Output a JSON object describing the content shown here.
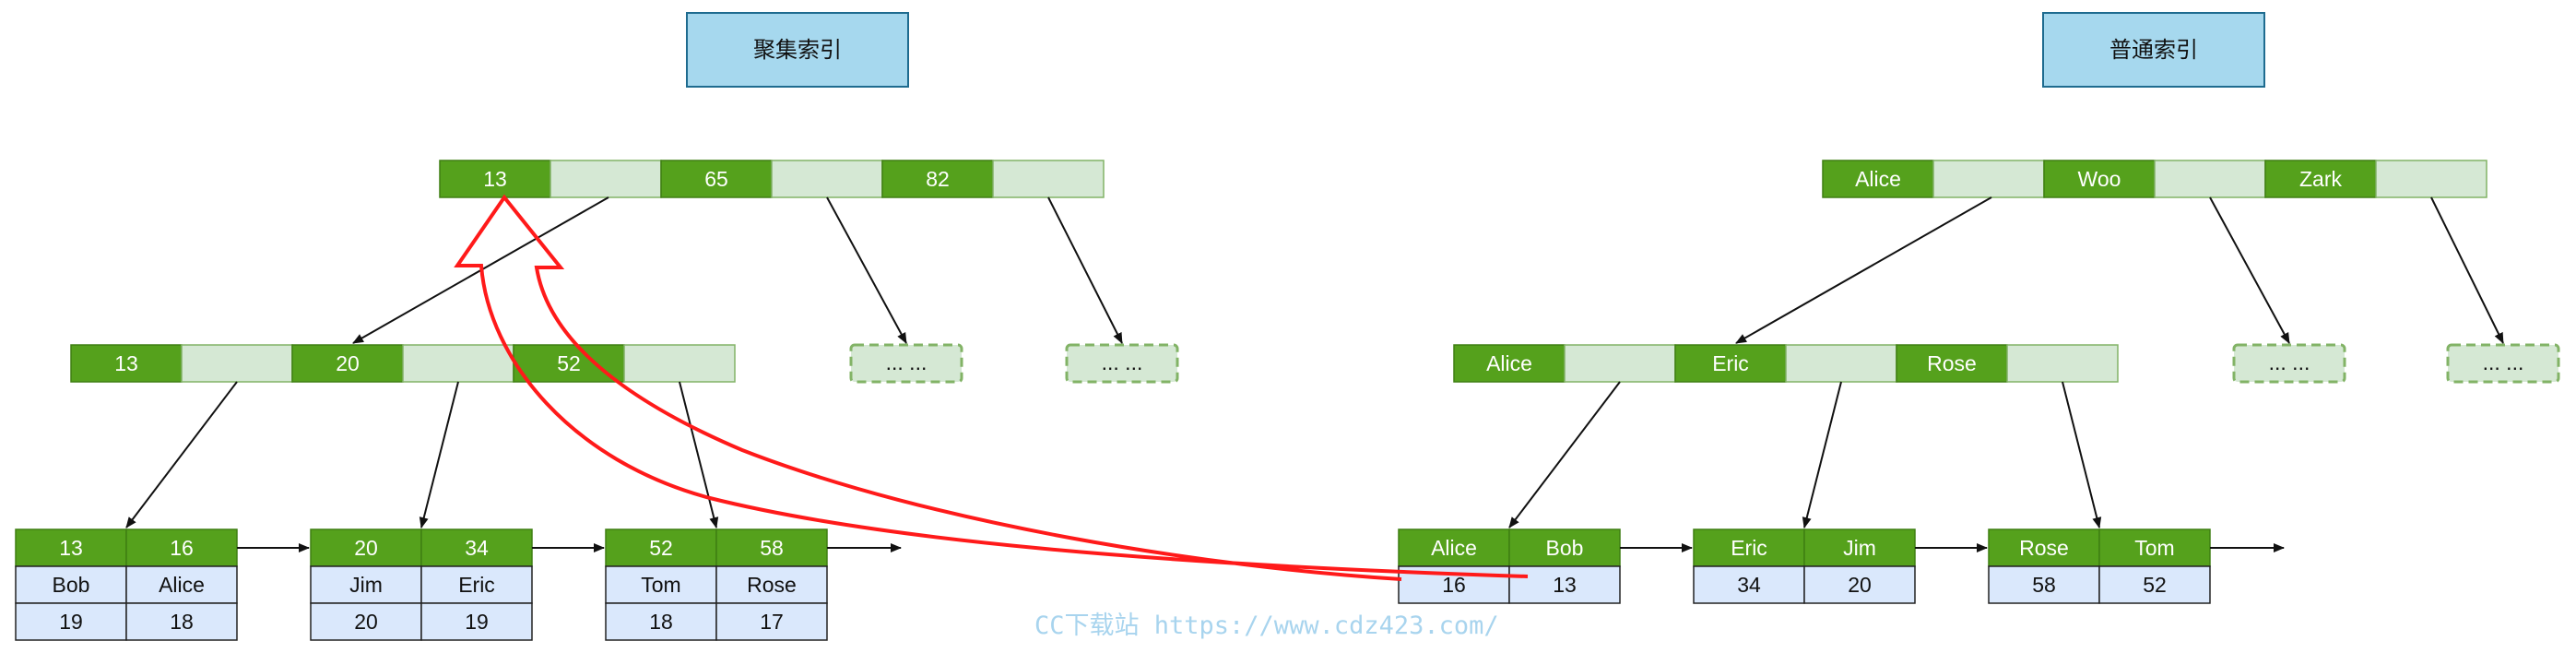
{
  "colors": {
    "key_fill": "#55a11c",
    "key_border": "#3f7f12",
    "slot_fill": "#d5e8d4",
    "slot_border": "#82b366",
    "row_fill": "#dae8fc",
    "row_border": "#222222",
    "title_fill": "#a6d8ee",
    "title_border": "#1e6b8f",
    "arrow": "#111111",
    "highlight": "#ff1a1a"
  },
  "clustered": {
    "title": "聚集索引",
    "root_keys": [
      "13",
      "65",
      "82"
    ],
    "level2_keys": [
      "13",
      "20",
      "52"
    ],
    "placeholders": [
      "... ...",
      "... ..."
    ],
    "leaves": [
      {
        "keys": [
          "13",
          "16"
        ],
        "names": [
          "Bob",
          "Alice"
        ],
        "ages": [
          "19",
          "18"
        ]
      },
      {
        "keys": [
          "20",
          "34"
        ],
        "names": [
          "Jim",
          "Eric"
        ],
        "ages": [
          "20",
          "19"
        ]
      },
      {
        "keys": [
          "52",
          "58"
        ],
        "names": [
          "Tom",
          "Rose"
        ],
        "ages": [
          "18",
          "17"
        ]
      }
    ]
  },
  "secondary": {
    "title": "普通索引",
    "root_keys": [
      "Alice",
      "Woo",
      "Zark"
    ],
    "level2_keys": [
      "Alice",
      "Eric",
      "Rose"
    ],
    "placeholders": [
      "... ...",
      "... ..."
    ],
    "leaves": [
      {
        "keys": [
          "Alice",
          "Bob"
        ],
        "ids": [
          "16",
          "13"
        ]
      },
      {
        "keys": [
          "Eric",
          "Jim"
        ],
        "ids": [
          "34",
          "20"
        ]
      },
      {
        "keys": [
          "Rose",
          "Tom"
        ],
        "ids": [
          "58",
          "52"
        ]
      }
    ]
  },
  "watermark": "CC下载站 https://www.cdz423.com/"
}
